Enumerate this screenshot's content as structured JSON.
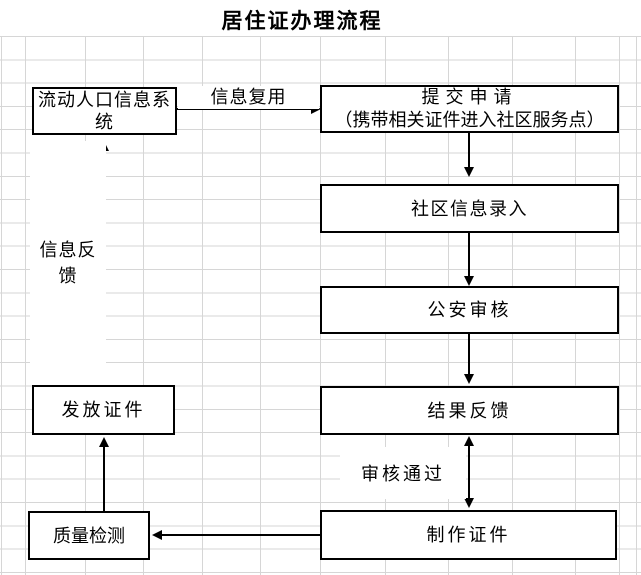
{
  "title": "居住证办理流程",
  "nodes": {
    "system": {
      "label": "流动人口信息系统"
    },
    "submit": {
      "line1": "提交申请",
      "line2": "（携带相关证件进入社区服务点）"
    },
    "community": {
      "label": "社区信息录入"
    },
    "police": {
      "label": "公安审核"
    },
    "result": {
      "label": "结果反馈"
    },
    "make": {
      "label": "制作证件"
    },
    "quality": {
      "label": "质量检测"
    },
    "issue": {
      "label": "发放证件"
    }
  },
  "edge_labels": {
    "reuse": "信息复用",
    "feedback": "信息反馈",
    "approved": "审核通过"
  },
  "edges": [
    {
      "from": "system",
      "to": "submit",
      "label": "信息复用"
    },
    {
      "from": "submit",
      "to": "community",
      "label": ""
    },
    {
      "from": "community",
      "to": "police",
      "label": ""
    },
    {
      "from": "police",
      "to": "result",
      "label": ""
    },
    {
      "from": "result",
      "to": "make",
      "label": "审核通过",
      "double_headed": true
    },
    {
      "from": "make",
      "to": "quality",
      "label": ""
    },
    {
      "from": "quality",
      "to": "issue",
      "label": ""
    },
    {
      "from": "issue",
      "to": "system",
      "label": "信息反馈"
    }
  ],
  "colors": {
    "background": "#ffffff",
    "grid": "#d6d6d6",
    "line": "#000000",
    "text": "#000000",
    "node_fill": "#ffffff"
  }
}
